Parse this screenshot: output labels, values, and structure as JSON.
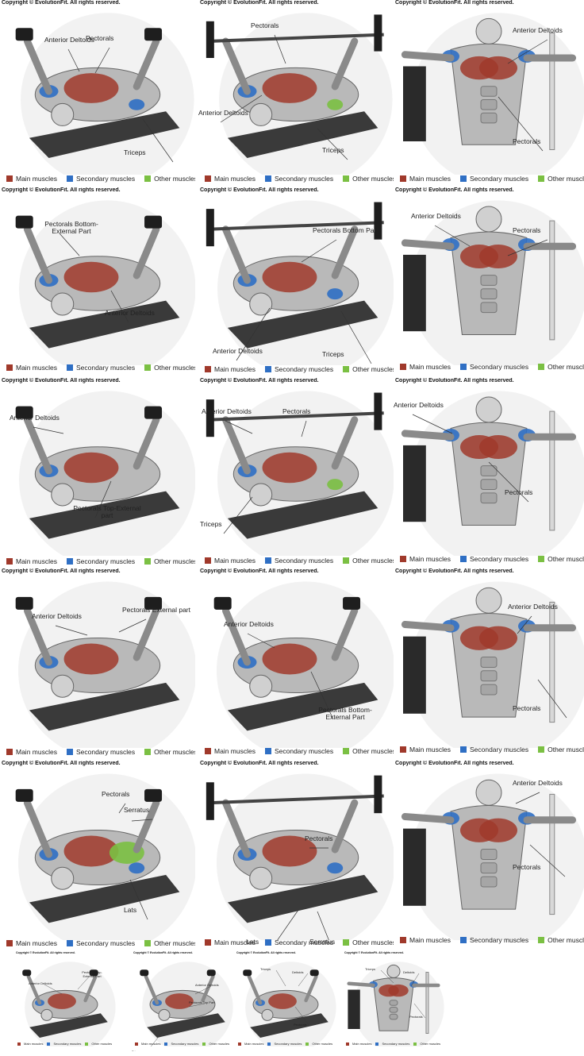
{
  "copyright": "Copyright © EvolutionFit. All rights reserved.",
  "legend": {
    "main": "Main muscles",
    "secondary": "Secondary muscles",
    "other": "Other muscles"
  },
  "colors": {
    "main": "#a0392b",
    "secondary": "#2f6fc4",
    "other": "#7bc043"
  },
  "panels": [
    {
      "labels": [
        "Anterior Deltoids",
        "Pectorals",
        "Triceps"
      ]
    },
    {
      "labels": [
        "Pectorals",
        "Anterior Deltoids",
        "Triceps"
      ]
    },
    {
      "labels": [
        "Anterior Deltoids",
        "Pectorals"
      ]
    },
    {
      "labels": [
        "Pectorals Bottom-External Part",
        "Anterior Deltoids"
      ]
    },
    {
      "labels": [
        "Pectorals Bottom Part",
        "Anterior Deltoids",
        "Triceps"
      ]
    },
    {
      "labels": [
        "Anterior Deltoids",
        "Pectorals"
      ]
    },
    {
      "labels": [
        "Anterior Deltoids",
        "Pectorals Top-External part"
      ]
    },
    {
      "labels": [
        "Anterior Deltoids",
        "Pectorals",
        "Triceps"
      ]
    },
    {
      "labels": [
        "Anterior Deltoids",
        "Pectorals"
      ]
    },
    {
      "labels": [
        "Anterior Deltoids",
        "Pectorals External part"
      ]
    },
    {
      "labels": [
        "Anterior Deltoids",
        "Pectorals Bottom-External Part"
      ]
    },
    {
      "labels": [
        "Anterior Deltoids",
        "Pectorals"
      ]
    },
    {
      "labels": [
        "Pectorals",
        "Serratus",
        "Lats"
      ]
    },
    {
      "labels": [
        "Pectorals",
        "Lats",
        "Serratus"
      ]
    },
    {
      "labels": [
        "Anterior Deltoids",
        "Pectorals"
      ]
    },
    {
      "labels": [
        "Anterior Deltoids",
        "Pectorals Top-External Part"
      ]
    },
    {
      "labels": [
        "Anterior Deltoids",
        "Pectorals Top Part",
        "Triceps"
      ]
    },
    {
      "labels": [
        "Triceps",
        "Deltoids",
        "Pectorals"
      ]
    },
    {
      "labels": [
        "Triceps",
        "Deltoids",
        "Pectorals"
      ]
    }
  ]
}
